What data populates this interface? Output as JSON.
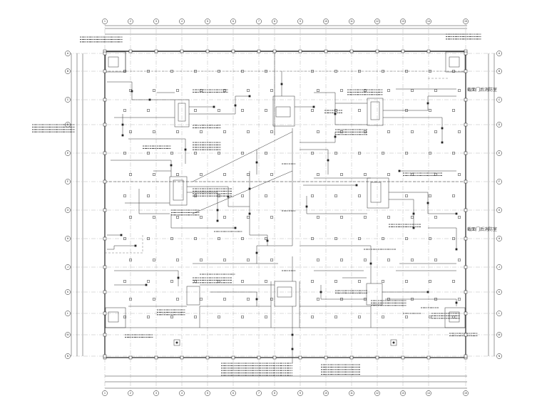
{
  "annotations": {
    "east_room_top": "截面门后消防室",
    "east_room_mid": "截面门后消防室"
  },
  "grid_labels_top": [
    "1",
    "2",
    "3",
    "4",
    "5",
    "6",
    "7",
    "8",
    "9",
    "10",
    "11",
    "12",
    "13",
    "14",
    "15"
  ],
  "grid_labels_left": [
    "A",
    "B",
    "C",
    "D",
    "E",
    "F",
    "G",
    "H",
    "J",
    "K",
    "L",
    "M",
    "N"
  ]
}
